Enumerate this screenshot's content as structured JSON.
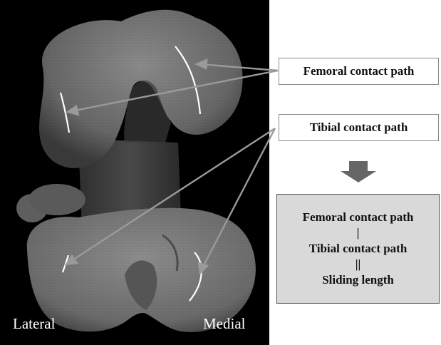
{
  "labels": {
    "femoral": "Femoral contact path",
    "tibial": "Tibial contact path"
  },
  "formula": {
    "line1": "Femoral contact path",
    "op1": "|",
    "line2": "Tibial contact path",
    "op2": "||",
    "line3": "Sliding length"
  },
  "sides": {
    "lateral": "Lateral",
    "medial": "Medial"
  },
  "colors": {
    "background_panel": "#000000",
    "bone": "#6e6e6e",
    "arrow": "#9a9a9a",
    "path": "#ffffff",
    "down_arrow": "#666666",
    "formula_box_fill": "#d9d9d9"
  }
}
